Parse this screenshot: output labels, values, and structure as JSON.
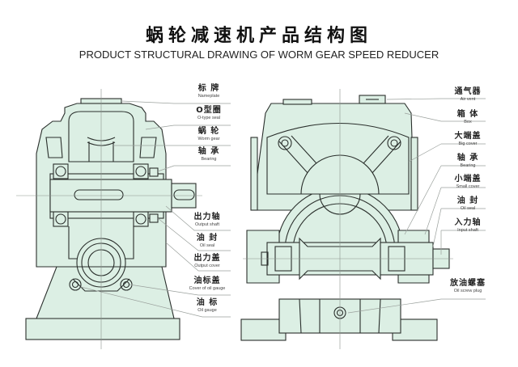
{
  "title": {
    "chinese": "蜗轮减速机产品结构图",
    "english": "PRODUCT STRUCTURAL DRAWING OF WORM GEAR SPEED REDUCER"
  },
  "colors": {
    "body_fill": "#dcefe4",
    "line": "#2a2f2c",
    "leader": "#9aa09c",
    "center_line": "#8a928d"
  },
  "left_view_labels": [
    {
      "cn": "标 牌",
      "en": "Nameplate"
    },
    {
      "cn": "O型圈",
      "en": "O-type seal"
    },
    {
      "cn": "蜗 轮",
      "en": "Worm gear"
    },
    {
      "cn": "轴 承",
      "en": "Bearing"
    },
    {
      "cn": "出力轴",
      "en": "Output shaft"
    },
    {
      "cn": "油 封",
      "en": "Oil seal"
    },
    {
      "cn": "出力盖",
      "en": "Output cover"
    },
    {
      "cn": "油标盖",
      "en": "Cover of oil gauge"
    },
    {
      "cn": "油 标",
      "en": "Oil gauge"
    }
  ],
  "right_view_labels": [
    {
      "cn": "通气器",
      "en": "Air vent"
    },
    {
      "cn": "箱 体",
      "en": "Box"
    },
    {
      "cn": "大端盖",
      "en": "Big cover"
    },
    {
      "cn": "轴 承",
      "en": "Bearing"
    },
    {
      "cn": "小端盖",
      "en": "Small cover"
    },
    {
      "cn": "油 封",
      "en": "Oil seal"
    },
    {
      "cn": "入力轴",
      "en": "Input shaft"
    },
    {
      "cn": "放油螺塞",
      "en": "Oil screw plug"
    }
  ]
}
